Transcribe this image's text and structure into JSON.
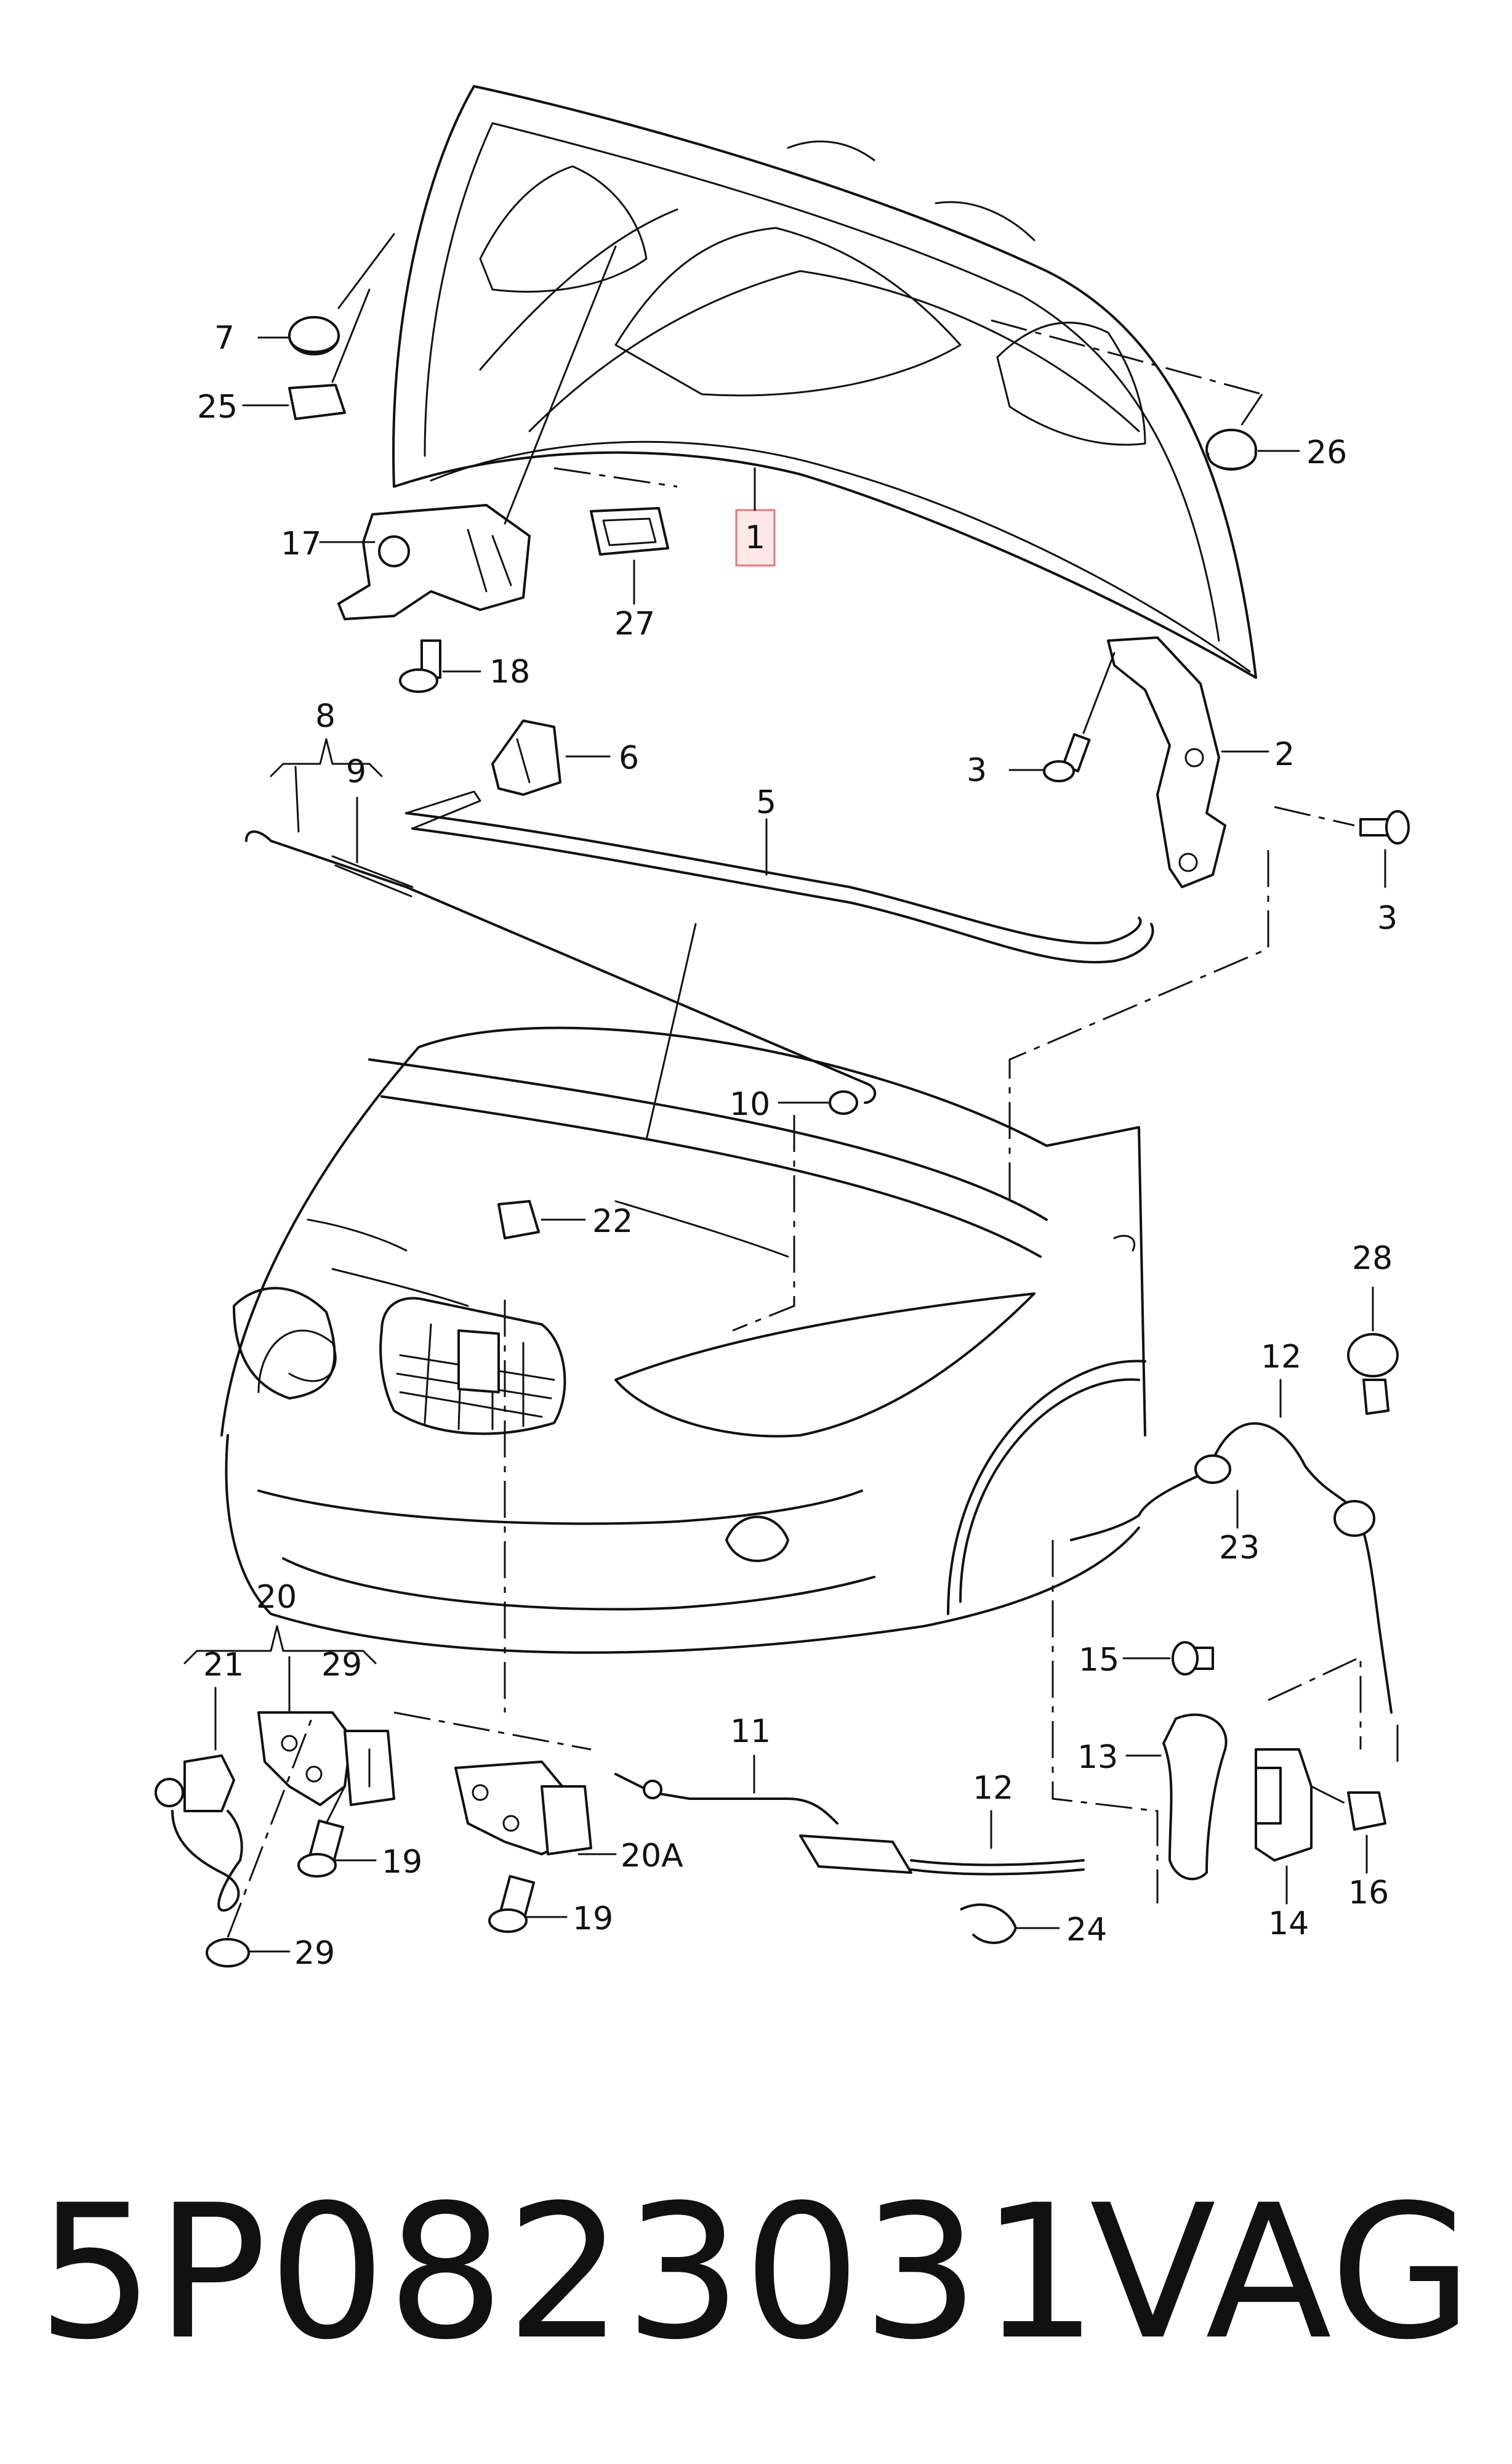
{
  "diagram": {
    "callouts": {
      "c1": "1",
      "c2": "2",
      "c3a": "3",
      "c3b": "3",
      "c5": "5",
      "c6": "6",
      "c7": "7",
      "c8": "8",
      "c9": "9",
      "c10": "10",
      "c11": "11",
      "c12a": "12",
      "c12b": "12",
      "c13": "13",
      "c14": "14",
      "c15": "15",
      "c16": "16",
      "c17": "17",
      "c18": "18",
      "c19a": "19",
      "c19b": "19",
      "c20": "20",
      "c20a": "20A",
      "c21": "21",
      "c22": "22",
      "c23": "23",
      "c24": "24",
      "c25": "25",
      "c26": "26",
      "c27": "27",
      "c28": "28",
      "c29a": "29",
      "c29b": "29"
    },
    "highlight_color": "#fde8e8"
  },
  "footer": {
    "part_number": "5P0823031",
    "brand": "VAG"
  }
}
